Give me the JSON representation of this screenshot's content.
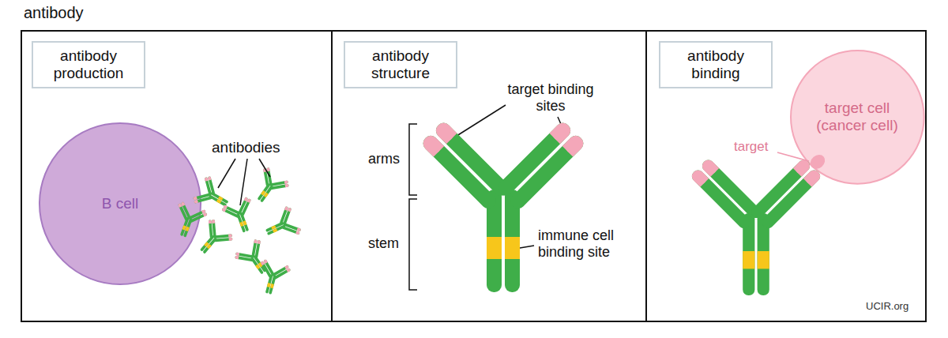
{
  "diagram": {
    "title": "antibody",
    "nodes": [
      {
        "text": [
          "antibody production"
        ]
      },
      {
        "text": [
          "B cell"
        ]
      },
      {
        "text": [
          "antibody structure"
        ]
      },
      {
        "text": [
          "antibody binding"
        ]
      },
      {
        "text": [
          "target cell (cancer cell)"
        ]
      }
    ],
    "labels": [
      "antibodies",
      "target binding sites",
      "arms",
      "stem",
      "immune cell binding site",
      "target",
      "UCIR.org"
    ]
  }
}
